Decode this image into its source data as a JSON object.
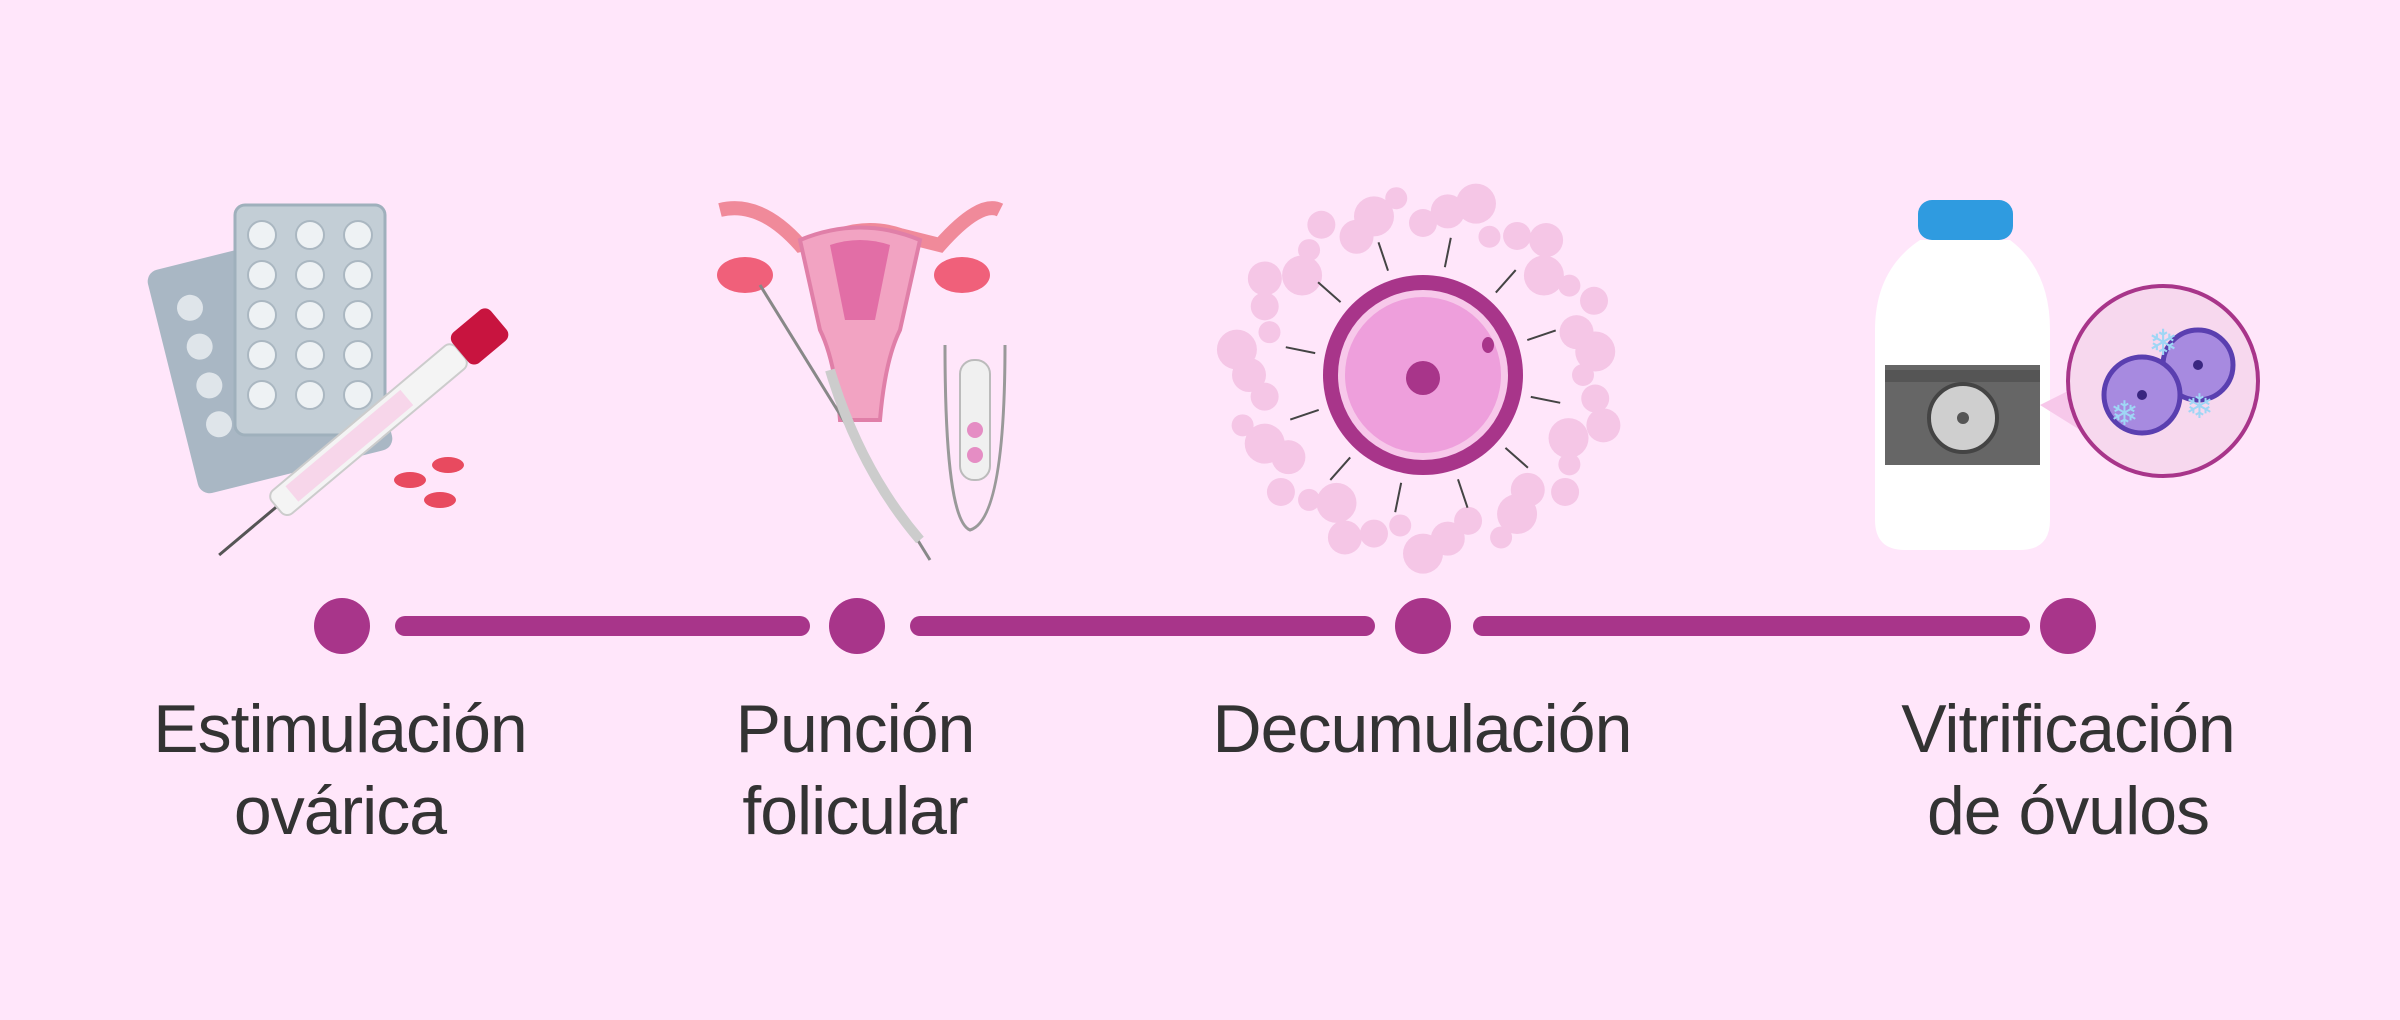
{
  "steps": [
    {
      "line1": "Estimulación",
      "line2": "ovárica",
      "icon": "pills-syringe-icon"
    },
    {
      "line1": "Punción",
      "line2": "folicular",
      "icon": "uterus-puncture-icon"
    },
    {
      "line1": "Decumulación",
      "line2": "",
      "icon": "oocyte-icon"
    },
    {
      "line1": "Vitrificación",
      "line2": "de óvulos",
      "icon": "cryo-tank-icon"
    }
  ],
  "colors": {
    "background": "#ffe6fa",
    "accent": "#a8358a",
    "text": "#333333"
  }
}
